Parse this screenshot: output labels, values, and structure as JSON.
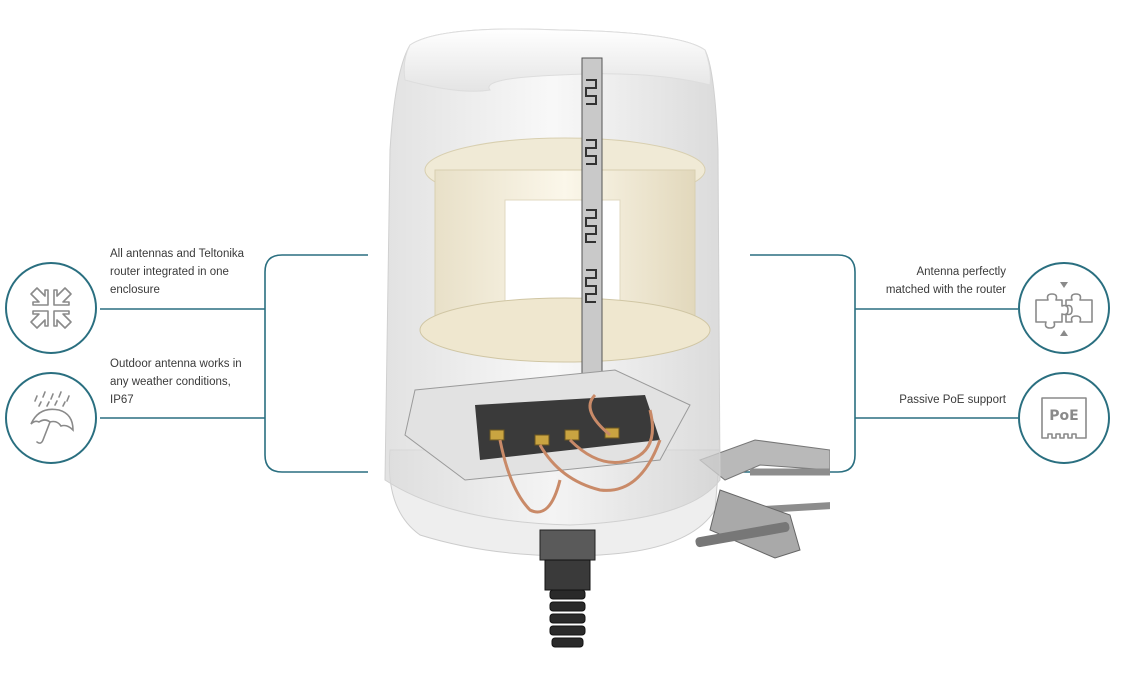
{
  "features": {
    "left": [
      {
        "text_lines": [
          "All antennas and Teltonika",
          "router integrated in one",
          "enclosure"
        ],
        "icon": "compress-arrows-icon"
      },
      {
        "text_lines": [
          "Outdoor antenna works in",
          "any weather conditions,",
          "IP67"
        ],
        "icon": "umbrella-rain-icon"
      }
    ],
    "right": [
      {
        "text_lines": [
          "Antenna perfectly",
          "matched with the router"
        ],
        "icon": "puzzle-icon"
      },
      {
        "text_lines": [
          "Passive PoE support"
        ],
        "icon": "poe-port-icon",
        "icon_label": "PoE"
      }
    ]
  },
  "colors": {
    "accent": "#2a6f80",
    "text": "#3a3a3a",
    "icon": "#8a8a8a"
  }
}
